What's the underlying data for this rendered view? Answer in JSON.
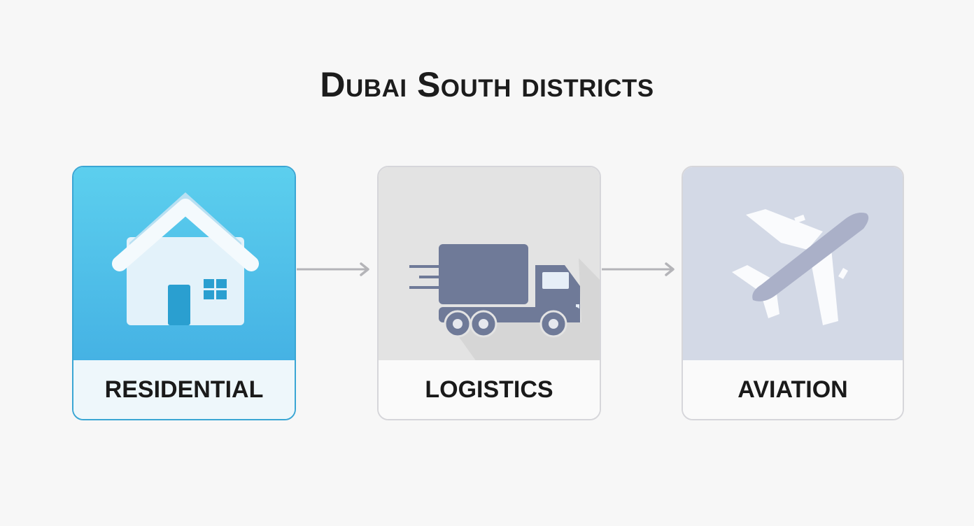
{
  "title": "Dubai South districts",
  "districts": [
    {
      "label": "RESIDENTIAL",
      "icon": "house-icon",
      "color": "#4cbde9"
    },
    {
      "label": "LOGISTICS",
      "icon": "truck-icon",
      "color": "#6f7a98"
    },
    {
      "label": "AVIATION",
      "icon": "airplane-icon",
      "color": "#aab0c8"
    }
  ],
  "connectors": [
    {
      "from": "RESIDENTIAL",
      "to": "LOGISTICS",
      "icon": "arrow-right-icon"
    },
    {
      "from": "LOGISTICS",
      "to": "AVIATION",
      "icon": "arrow-right-icon"
    }
  ]
}
